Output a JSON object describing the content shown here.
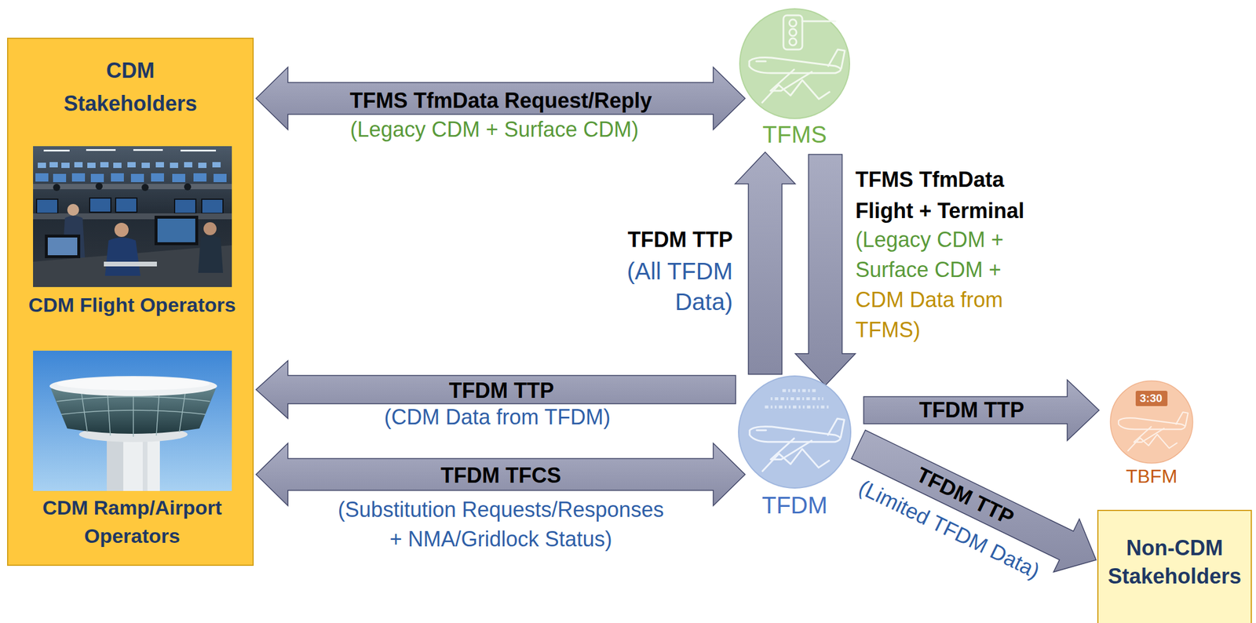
{
  "diagram": {
    "nodes": [
      {
        "text": [
          "CDM Stakeholders"
        ]
      },
      {
        "text": [
          "CDM Flight Operators"
        ],
        "in": 0
      },
      {
        "text": [
          "CDM Ramp/Airport Operators"
        ],
        "in": 0
      },
      {
        "text": [
          "TFMS"
        ]
      },
      {
        "text": [
          "TFDM"
        ]
      },
      {
        "text": [
          "3:30",
          "TBFM"
        ]
      },
      {
        "text": [
          "Non-CDM Stakeholders"
        ]
      }
    ],
    "edges": [
      {
        "from": 0,
        "to": 3,
        "arrow": "both",
        "label": "TFMS TfmData Request/Reply"
      },
      {
        "from": 4,
        "to": 3,
        "arrow": "to",
        "label": "TFDM TTP"
      },
      {
        "from": 3,
        "to": 4,
        "arrow": "to",
        "label": "TFMS TfmData Flight + Terminal"
      },
      {
        "from": 4,
        "to": 0,
        "arrow": "to",
        "label": "TFDM TTP"
      },
      {
        "from": 0,
        "to": 4,
        "arrow": "both",
        "label": "TFDM TFCS"
      },
      {
        "from": 4,
        "to": 5,
        "arrow": "to",
        "label": "TFDM TTP"
      },
      {
        "from": 4,
        "to": 6,
        "arrow": "to",
        "label": "TFDM TTP"
      }
    ],
    "labels": [
      "(Legacy CDM + Surface CDM)",
      "(All TFDM Data)",
      "(Legacy CDM + Surface CDM +",
      "CDM Data from TFMS)",
      "(CDM Data from TFDM)",
      "(Substitution Requests/Responses + NMA/Gridlock Status)",
      "(Limited TFDM Data)"
    ]
  }
}
